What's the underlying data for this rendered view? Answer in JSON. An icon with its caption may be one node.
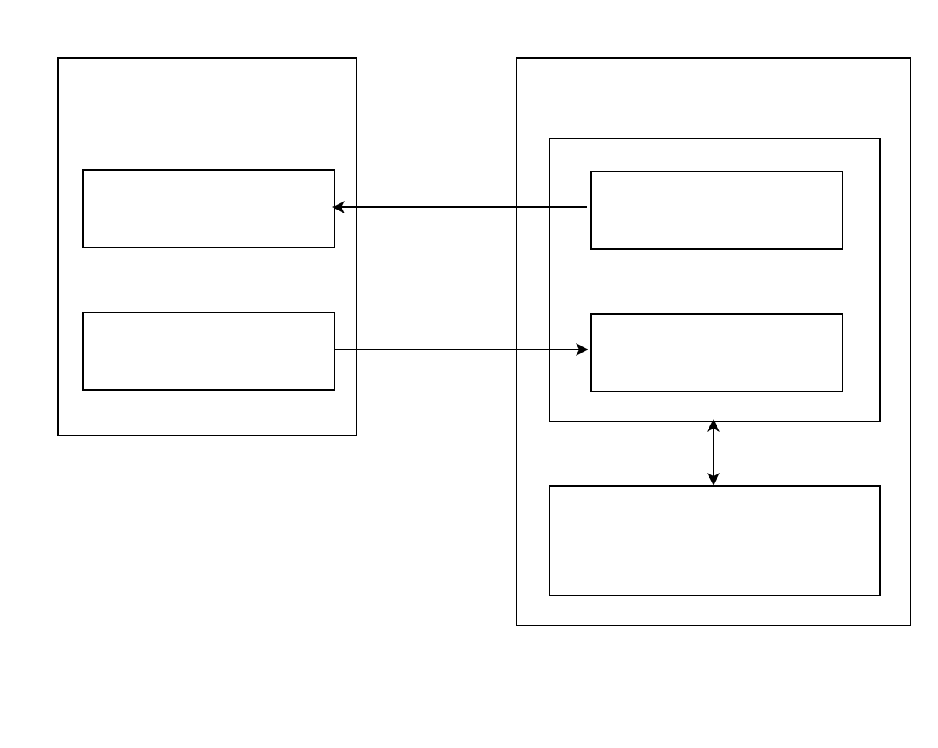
{
  "diagram": {
    "nodes": [
      {
        "text": [],
        "shape": "box"
      },
      {
        "text": [],
        "shape": "box",
        "in": 0
      },
      {
        "text": [],
        "shape": "box",
        "in": 0
      },
      {
        "text": [],
        "shape": "box"
      },
      {
        "text": [],
        "shape": "box",
        "in": 3
      },
      {
        "text": [],
        "shape": "box",
        "in": 4
      },
      {
        "text": [],
        "shape": "box",
        "in": 4
      },
      {
        "text": [],
        "shape": "box",
        "in": 3
      }
    ],
    "edges": [
      {
        "from": 5,
        "to": 1,
        "arrow": "to"
      },
      {
        "from": 2,
        "to": 6,
        "arrow": "to"
      },
      {
        "from": 4,
        "to": 7,
        "arrow": "both"
      }
    ]
  }
}
